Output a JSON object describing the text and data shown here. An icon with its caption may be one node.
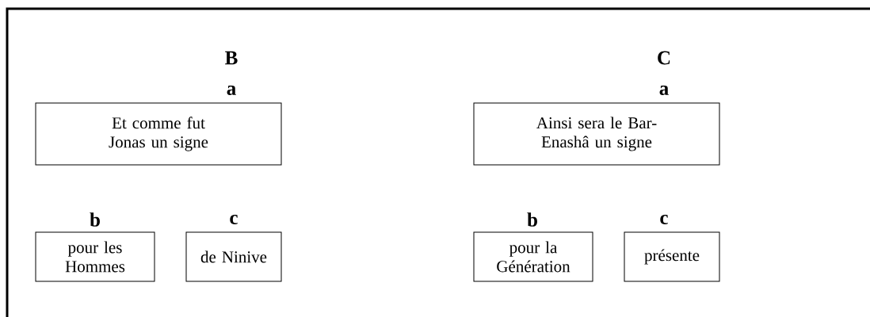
{
  "diagram": {
    "nodes": [
      {
        "text": [
          "a",
          "Et comme fut Jonas un signe"
        ]
      },
      {
        "text": [
          "b",
          "pour les Hommes"
        ]
      },
      {
        "text": [
          "c",
          "de Ninive"
        ]
      },
      {
        "text": [
          "a",
          "Ainsi sera le Bar-Enashâ un signe"
        ]
      },
      {
        "text": [
          "b",
          "pour la Génération"
        ]
      },
      {
        "text": [
          "c",
          "présente"
        ]
      }
    ],
    "labels": [
      "B",
      "C"
    ]
  }
}
